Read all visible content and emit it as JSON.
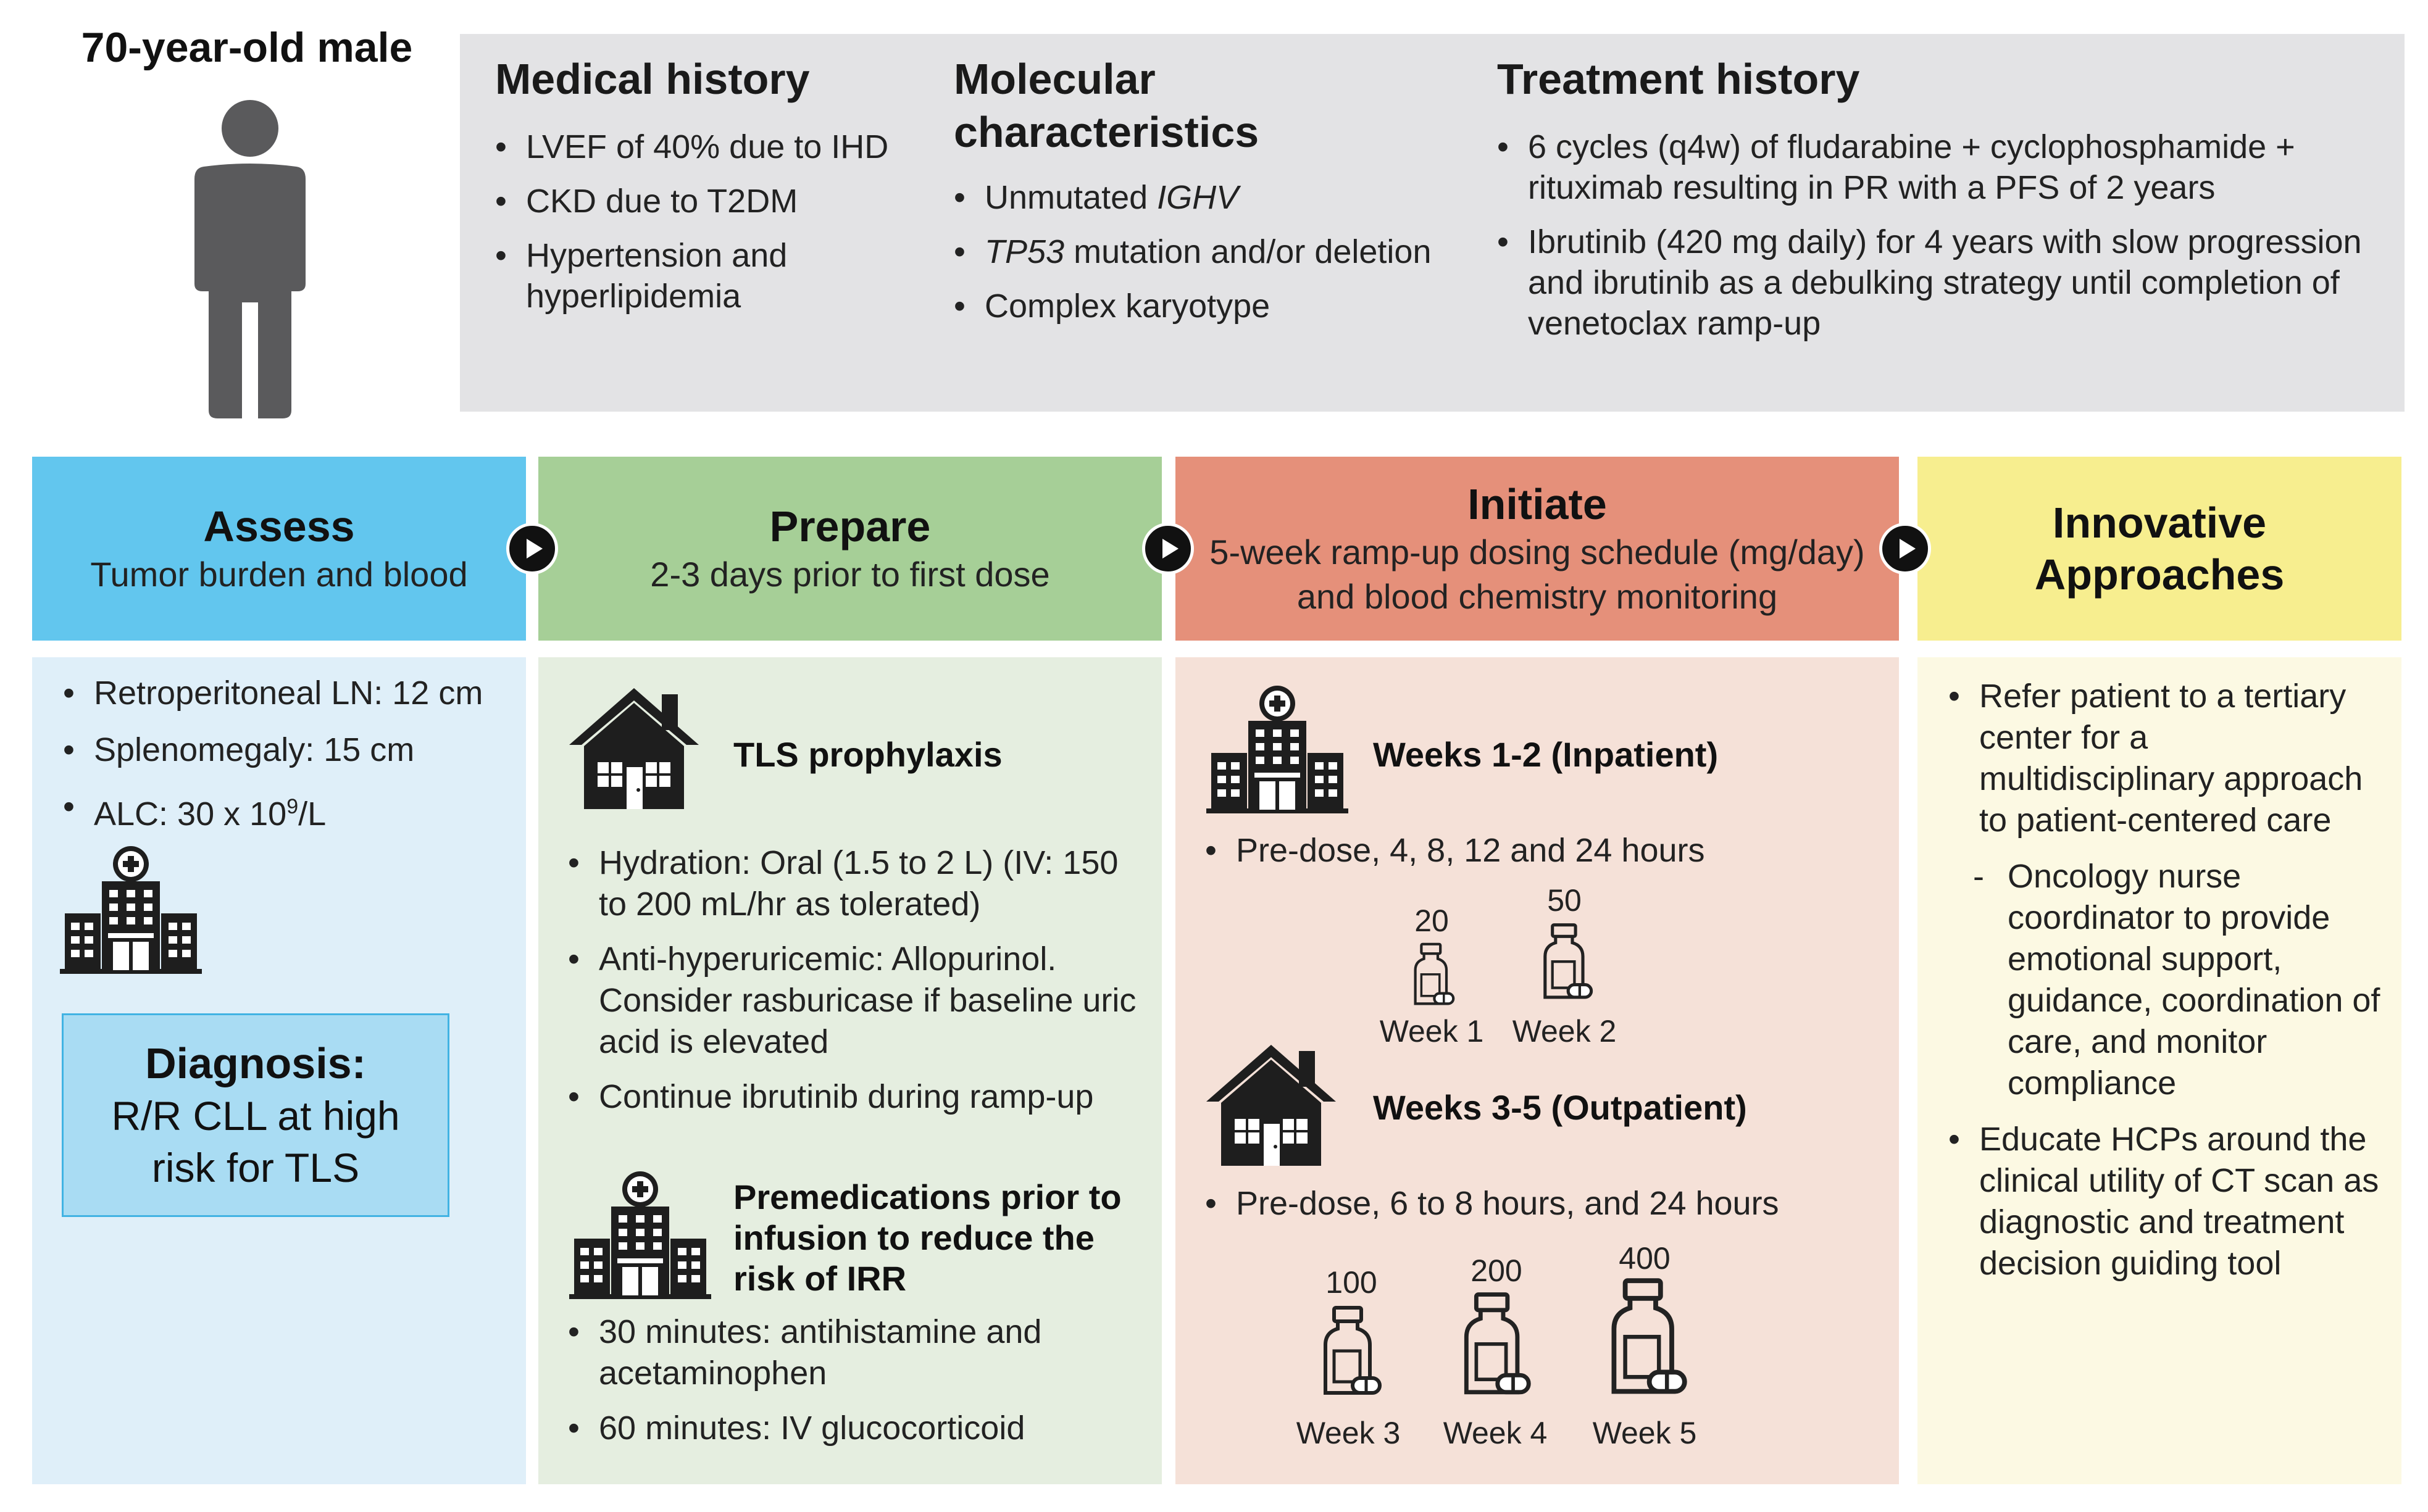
{
  "patient": {
    "title": "70-year-old male",
    "person_icon": "person-icon"
  },
  "medical_history": {
    "heading": "Medical history",
    "items": [
      "LVEF of 40% due to IHD",
      "CKD due to T2DM",
      "Hypertension and hyperlipidemia"
    ]
  },
  "molecular": {
    "heading": "Molecular characteristics",
    "item1_pre": "Unmutated ",
    "item1_italic": "IGHV",
    "item2_italic": "TP53",
    "item2_post": " mutation and/or deletion",
    "item3": "Complex karyotype"
  },
  "treatment_history": {
    "heading": "Treatment history",
    "items": [
      "6 cycles (q4w) of fludarabine + cyclophosphamide + rituximab resulting in PR with a PFS of 2 years",
      "Ibrutinib (420 mg daily) for 4 years with slow progression and ibrutinib as a debulking strategy until completion of venetoclax ramp-up"
    ]
  },
  "stages": [
    {
      "title": "Assess",
      "subtitle": "Tumor burden and blood",
      "color": "#62c6ee"
    },
    {
      "title": "Prepare",
      "subtitle": "2-3 days prior to first dose",
      "color": "#a6cf97"
    },
    {
      "title": "Initiate",
      "subtitle": "5-week ramp-up dosing schedule (mg/day) and blood chemistry monitoring",
      "color": "#e5907a"
    },
    {
      "title": "Innovative Approaches",
      "subtitle": "",
      "color": "#f7ee8f"
    }
  ],
  "assess": {
    "bg": "#dfeff9",
    "items": [
      "Retroperitoneal LN: 12 cm",
      "Splenomegaly: 15 cm"
    ],
    "alc_text": "ALC: 30 x 10",
    "alc_sup": "9",
    "alc_unit": "/L",
    "diagnosis_title": "Diagnosis:",
    "diagnosis_text": "R/R CLL at high risk for TLS"
  },
  "prepare": {
    "bg": "#e5eee0",
    "tls_heading": "TLS prophylaxis",
    "tls_items": [
      "Hydration: Oral (1.5 to 2 L) (IV: 150 to 200 mL/hr as tolerated)",
      "Anti-hyperuricemic: Allopurinol. Consider rasburicase if baseline uric acid is elevated",
      "Continue ibrutinib during ramp-up"
    ],
    "premed_heading": "Premedications prior to infusion to reduce the risk of IRR",
    "premed_items": [
      "30 minutes: antihistamine and acetaminophen",
      "60 minutes: IV glucocorticoid"
    ]
  },
  "initiate": {
    "bg": "#f5e1d8",
    "inpatient_heading": "Weeks 1-2 (Inpatient)",
    "inpatient_items": [
      "Pre-dose, 4, 8, 12 and 24 hours"
    ],
    "outpatient_heading": "Weeks 3-5 (Outpatient)",
    "outpatient_items": [
      "Pre-dose, 6 to 8 hours, and 24 hours"
    ],
    "doses": [
      {
        "mg": "20",
        "week": "Week 1"
      },
      {
        "mg": "50",
        "week": "Week 2"
      },
      {
        "mg": "100",
        "week": "Week 3"
      },
      {
        "mg": "200",
        "week": "Week 4"
      },
      {
        "mg": "400",
        "week": "Week 5"
      }
    ]
  },
  "innovative": {
    "bg": "#fcf9e3",
    "item1": "Refer patient to a tertiary center for a multidisciplinary approach to patient-centered care",
    "subitem": "Oncology nurse coordinator to provide emotional support, guidance, coordination of care, and monitor compliance",
    "item2": "Educate HCPs around the clinical utility of CT scan as diagnostic and treatment decision guiding tool"
  }
}
